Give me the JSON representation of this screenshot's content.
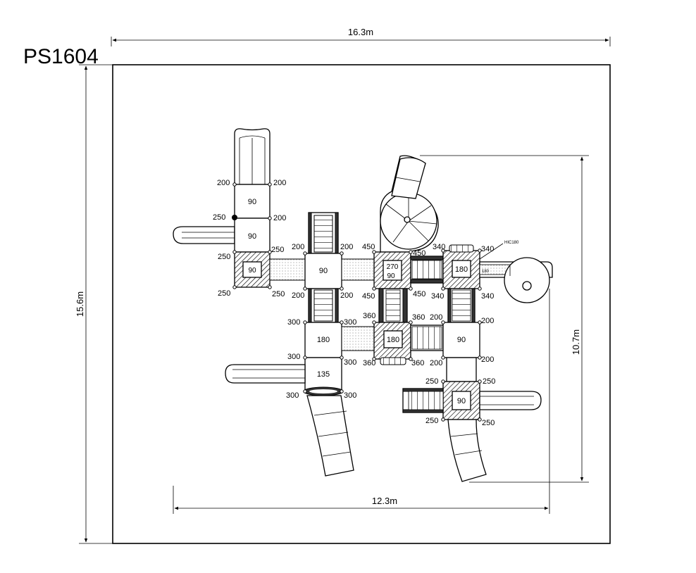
{
  "title": "PS1604",
  "dims": {
    "outer_width": "16.3m",
    "outer_height": "15.6m",
    "inner_width": "12.3m",
    "inner_height": "10.7m"
  },
  "platforms": {
    "p1": "90",
    "p2": "90",
    "p3": "90",
    "p4": "90",
    "p5a": "270",
    "p5b": "90",
    "p6": "180",
    "p7": "180",
    "p8": "180",
    "p9": "90",
    "p10": "135",
    "p11": "90"
  },
  "heights": {
    "t1l": "200",
    "t1r": "200",
    "t2l": "250",
    "t2r": "200",
    "t3tl": "250",
    "t3tr": "250",
    "t3bl": "250",
    "t3br": "250",
    "t4tl": "200",
    "t4tr": "200",
    "t4bl": "200",
    "t4br": "200",
    "t5tl": "450",
    "t5tr": "450",
    "t5bl": "450",
    "t5br": "450",
    "t6tl": "340",
    "t6tr": "340",
    "t6bl": "340",
    "t6br": "340",
    "t7tl": "300",
    "t7tr": "300",
    "t7bl": "300",
    "t7br": "300",
    "t8tl": "360",
    "t8tr": "360",
    "t8bl": "360",
    "t8br": "360",
    "t9tl": "200",
    "t9tr": "200",
    "t9bl": "200",
    "t9br": "200",
    "t10l": "300",
    "t10r": "300",
    "t11tl": "250",
    "t11tr": "250",
    "t11bl": "250",
    "t11br": "250"
  },
  "notes": {
    "hic": "HIC180",
    "tube": "180"
  }
}
